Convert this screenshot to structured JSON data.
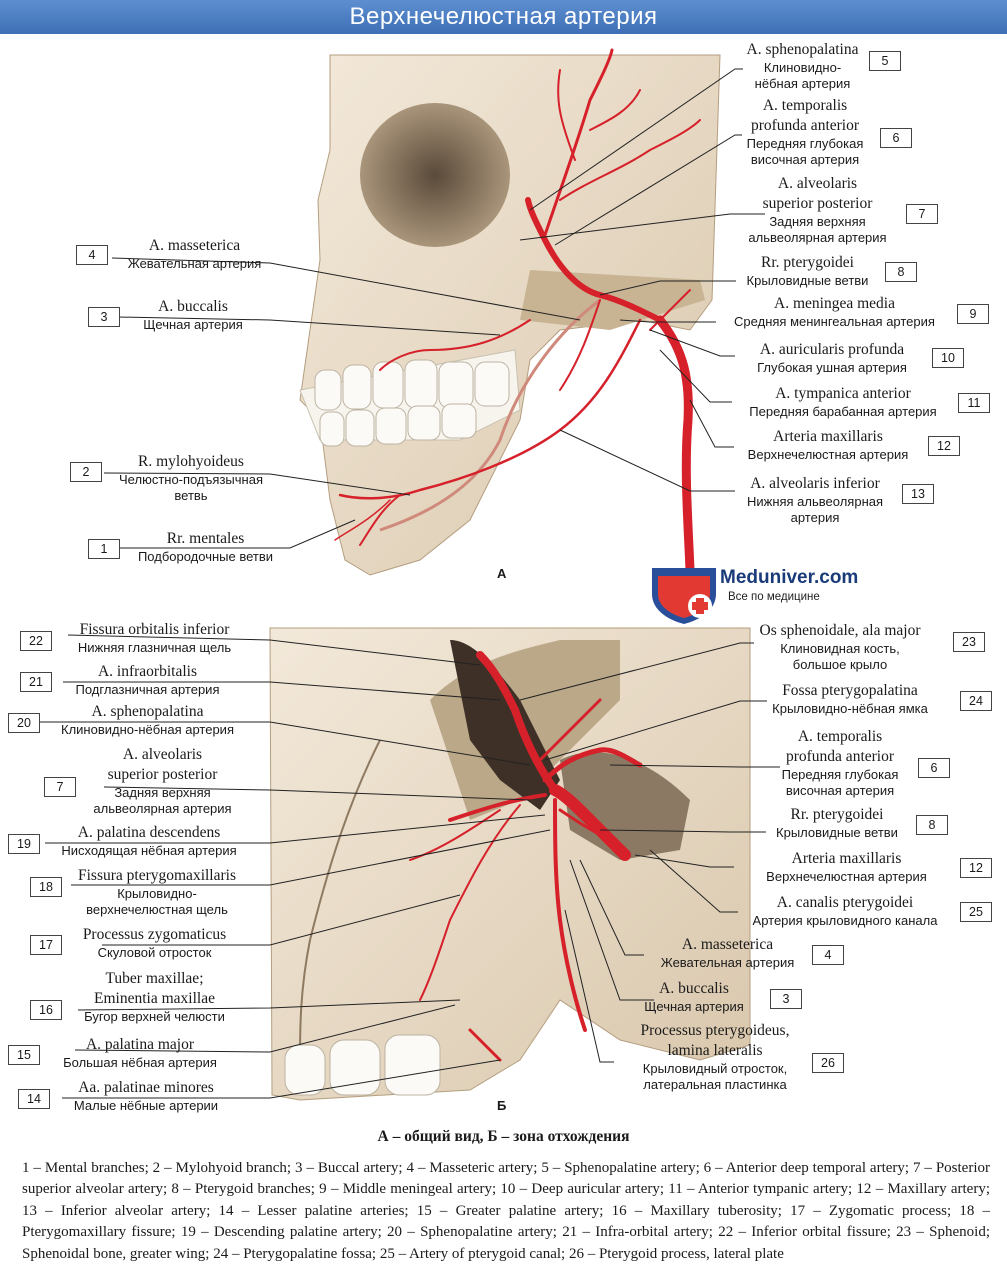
{
  "header": {
    "title": "Верхнечелюстная артерия"
  },
  "panels": {
    "a": "А",
    "b": "Б"
  },
  "logo": {
    "name": "Meduniver.com",
    "tagline": "Все по медицине"
  },
  "colors": {
    "banner": "#4a7cc2",
    "artery": "#d6202a",
    "bone": "#e9dcc8"
  },
  "caption": "А – общий вид, Б – зона отхождения",
  "labels": [
    {
      "n": "5",
      "lat": "A. sphenopalatina",
      "ru": "Клиновидно-нёбная артерия"
    },
    {
      "n": "6",
      "lat": "A. temporalis profunda anterior",
      "ru": "Передняя глубокая височная артерия"
    },
    {
      "n": "7",
      "lat": "A. alveolaris superior posterior",
      "ru": "Задняя верхняя альвеолярная артерия"
    },
    {
      "n": "4",
      "lat": "A. masseterica",
      "ru": "Жевательная артерия"
    },
    {
      "n": "8",
      "lat": "Rr. pterygoidei",
      "ru": "Крыловидные ветви"
    },
    {
      "n": "9",
      "lat": "A. meningea media",
      "ru": "Средняя менингеальная артерия"
    },
    {
      "n": "3",
      "lat": "A. buccalis",
      "ru": "Щечная артерия"
    },
    {
      "n": "10",
      "lat": "A. auricularis profunda",
      "ru": "Глубокая ушная артерия"
    },
    {
      "n": "11",
      "lat": "A. tympanica anterior",
      "ru": "Передняя барабанная артерия"
    },
    {
      "n": "12",
      "lat": "Arteria maxillaris",
      "ru": "Верхнечелюстная артерия"
    },
    {
      "n": "2",
      "lat": "R. mylohyoideus",
      "ru": "Челюстно-подъязычная ветвь"
    },
    {
      "n": "13",
      "lat": "A. alveolaris inferior",
      "ru": "Нижняя альвеолярная артерия"
    },
    {
      "n": "1",
      "lat": "Rr. mentales",
      "ru": "Подбородочные ветви"
    },
    {
      "n": "22",
      "lat": "Fissura orbitalis inferior",
      "ru": "Нижняя глазничная щель"
    },
    {
      "n": "23",
      "lat": "Os sphenoidale, ala major",
      "ru": "Клиновидная кость, большое крыло"
    },
    {
      "n": "21",
      "lat": "A. infraorbitalis",
      "ru": "Подглазничная артерия"
    },
    {
      "n": "24",
      "lat": "Fossa pterygopalatina",
      "ru": "Крыловидно-нёбная ямка"
    },
    {
      "n": "20",
      "lat": "A. sphenopalatina",
      "ru": "Клиновидно-нёбная артерия"
    },
    {
      "n": "6",
      "lat": "A. temporalis profunda anterior",
      "ru": "Передняя глубокая височная артерия"
    },
    {
      "n": "7",
      "lat": "A. alveolaris superior posterior",
      "ru": "Задняя верхняя альвеолярная артерия"
    },
    {
      "n": "8",
      "lat": "Rr. pterygoidei",
      "ru": "Крыловидные ветви"
    },
    {
      "n": "19",
      "lat": "A. palatina descendens",
      "ru": "Нисходящая нёбная артерия"
    },
    {
      "n": "12",
      "lat": "Arteria maxillaris",
      "ru": "Верхнечелюстная артерия"
    },
    {
      "n": "18",
      "lat": "Fissura pterygomaxillaris",
      "ru": "Крыловидно-верхнечелюстная щель"
    },
    {
      "n": "25",
      "lat": "A. canalis pterygoidei",
      "ru": "Артерия крыловидного канала"
    },
    {
      "n": "17",
      "lat": "Processus zygomaticus",
      "ru": "Скуловой отросток"
    },
    {
      "n": "4",
      "lat": "A. masseterica",
      "ru": "Жевательная артерия"
    },
    {
      "n": "16",
      "lat": "Tuber maxillae; Eminentia maxillae",
      "ru": "Бугор верхней челюсти"
    },
    {
      "n": "3",
      "lat": "A. buccalis",
      "ru": "Щечная артерия"
    },
    {
      "n": "15",
      "lat": "A. palatina major",
      "ru": "Большая нёбная артерия"
    },
    {
      "n": "26",
      "lat": "Processus pterygoideus, lamina lateralis",
      "ru": "Крыловидный отросток, латеральная пластинка"
    },
    {
      "n": "14",
      "lat": "Aa. palatinae minores",
      "ru": "Малые нёбные артерии"
    }
  ],
  "legend": "1 – Mental branches; 2 – Mylohyoid branch; 3 – Buccal artery; 4 – Masseteric artery; 5 – Sphenopalatine artery; 6 – Anterior deep temporal artery; 7 – Posterior superior alveolar artery; 8 – Pterygoid branches; 9 – Middle meningeal artery; 10 – Deep auricular artery; 11 – Anterior tympanic artery; 12 – Maxillary artery; 13 – Inferior alveolar artery; 14 – Lesser palatine arteries; 15 – Greater palatine artery; 16 – Maxillary tuberosity; 17 – Zygomatic process; 18 – Pterygomaxillary fissure; 19 – Descending palatine artery; 20 – Sphenopalatine artery; 21 – Infra-orbital artery; 22 – Inferior orbital fissure; 23 – Sphenoid; Sphenoidal bone, greater wing; 24 – Pterygopalatine fossa; 25 – Artery of pterygoid canal; 26 – Pterygoid process, lateral plate"
}
